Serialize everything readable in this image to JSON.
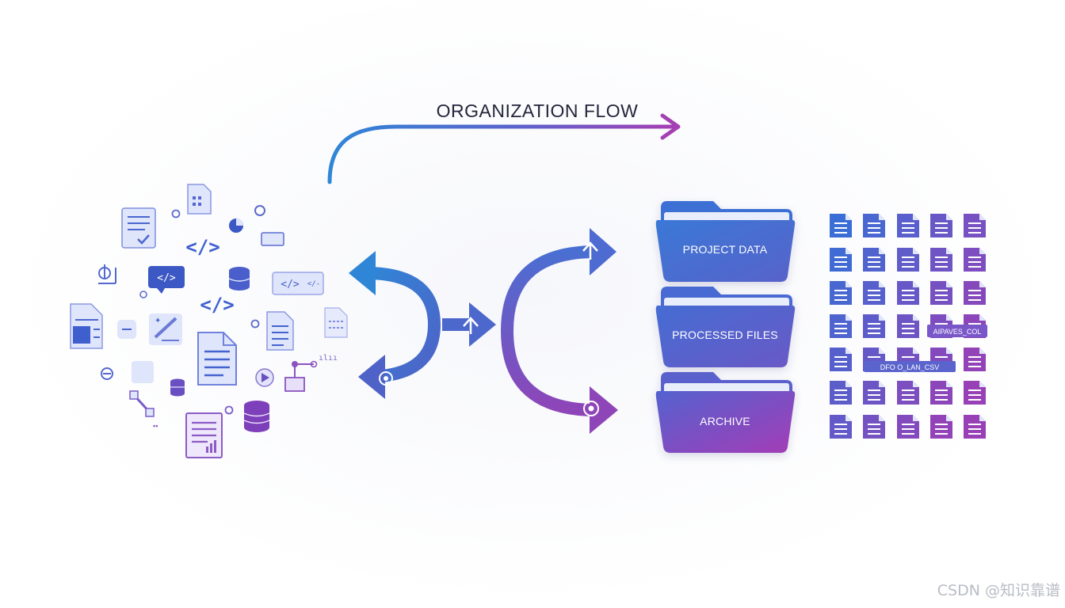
{
  "flow": {
    "title": "ORGANIZATION FLOW"
  },
  "folders": [
    {
      "label": "PROJECT DATA"
    },
    {
      "label": "PROCESSED FILES"
    },
    {
      "label": "ARCHIVE"
    }
  ],
  "file_tags": [
    {
      "label": "AIPAVES_COL"
    },
    {
      "label": "DFO  O_LAN_CSV"
    }
  ],
  "icons": {
    "scattered": [
      "document-icon",
      "code-icon",
      "database-icon",
      "chart-icon",
      "image-icon",
      "play-icon",
      "network-icon"
    ],
    "arrows": [
      "upload-icon",
      "gear-icon"
    ],
    "files": "file-icon"
  },
  "colors": {
    "blue": "#2f7fd8",
    "indigo": "#5560c9",
    "purple": "#9b3fb5",
    "light_icon": "#dfe3fa"
  },
  "watermark": {
    "text": "CSDN @知识靠谱"
  }
}
